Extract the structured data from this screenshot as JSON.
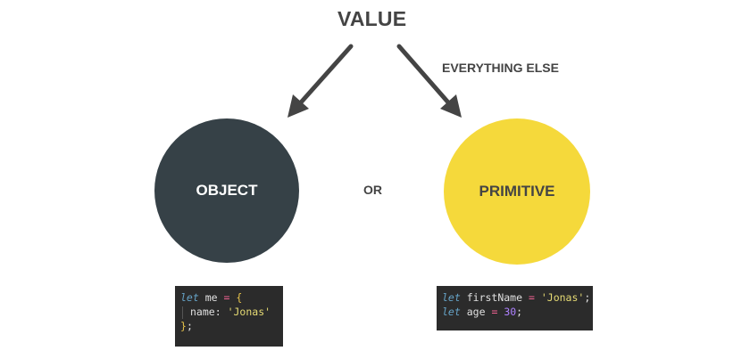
{
  "title": "VALUE",
  "branch_label": "EVERYTHING ELSE",
  "separator": "OR",
  "colors": {
    "text": "#444444",
    "object_circle": "#364147",
    "primitive_circle": "#f5d93b",
    "object_text": "#ffffff",
    "primitive_text": "#444444",
    "arrow": "#444444",
    "code_bg": "#2b2b2b",
    "code_keyword": "#66a4c8",
    "code_string": "#e6db74",
    "code_number": "#ae81ff",
    "code_brace": "#e6c34a",
    "code_operator": "#f06292"
  },
  "object": {
    "label": "OBJECT",
    "code": {
      "keyword": "let",
      "var": "me",
      "op": "=",
      "open": "{",
      "prop": "name",
      "colon": ":",
      "value": "'Jonas'",
      "close": "}",
      "semi": ";"
    }
  },
  "primitive": {
    "label": "PRIMITIVE",
    "code": {
      "line1": {
        "keyword": "let",
        "var": "firstName",
        "op": "=",
        "value": "'Jonas'",
        "semi": ";"
      },
      "line2": {
        "keyword": "let",
        "var": "age",
        "op": "=",
        "value": "30",
        "semi": ";"
      }
    }
  }
}
